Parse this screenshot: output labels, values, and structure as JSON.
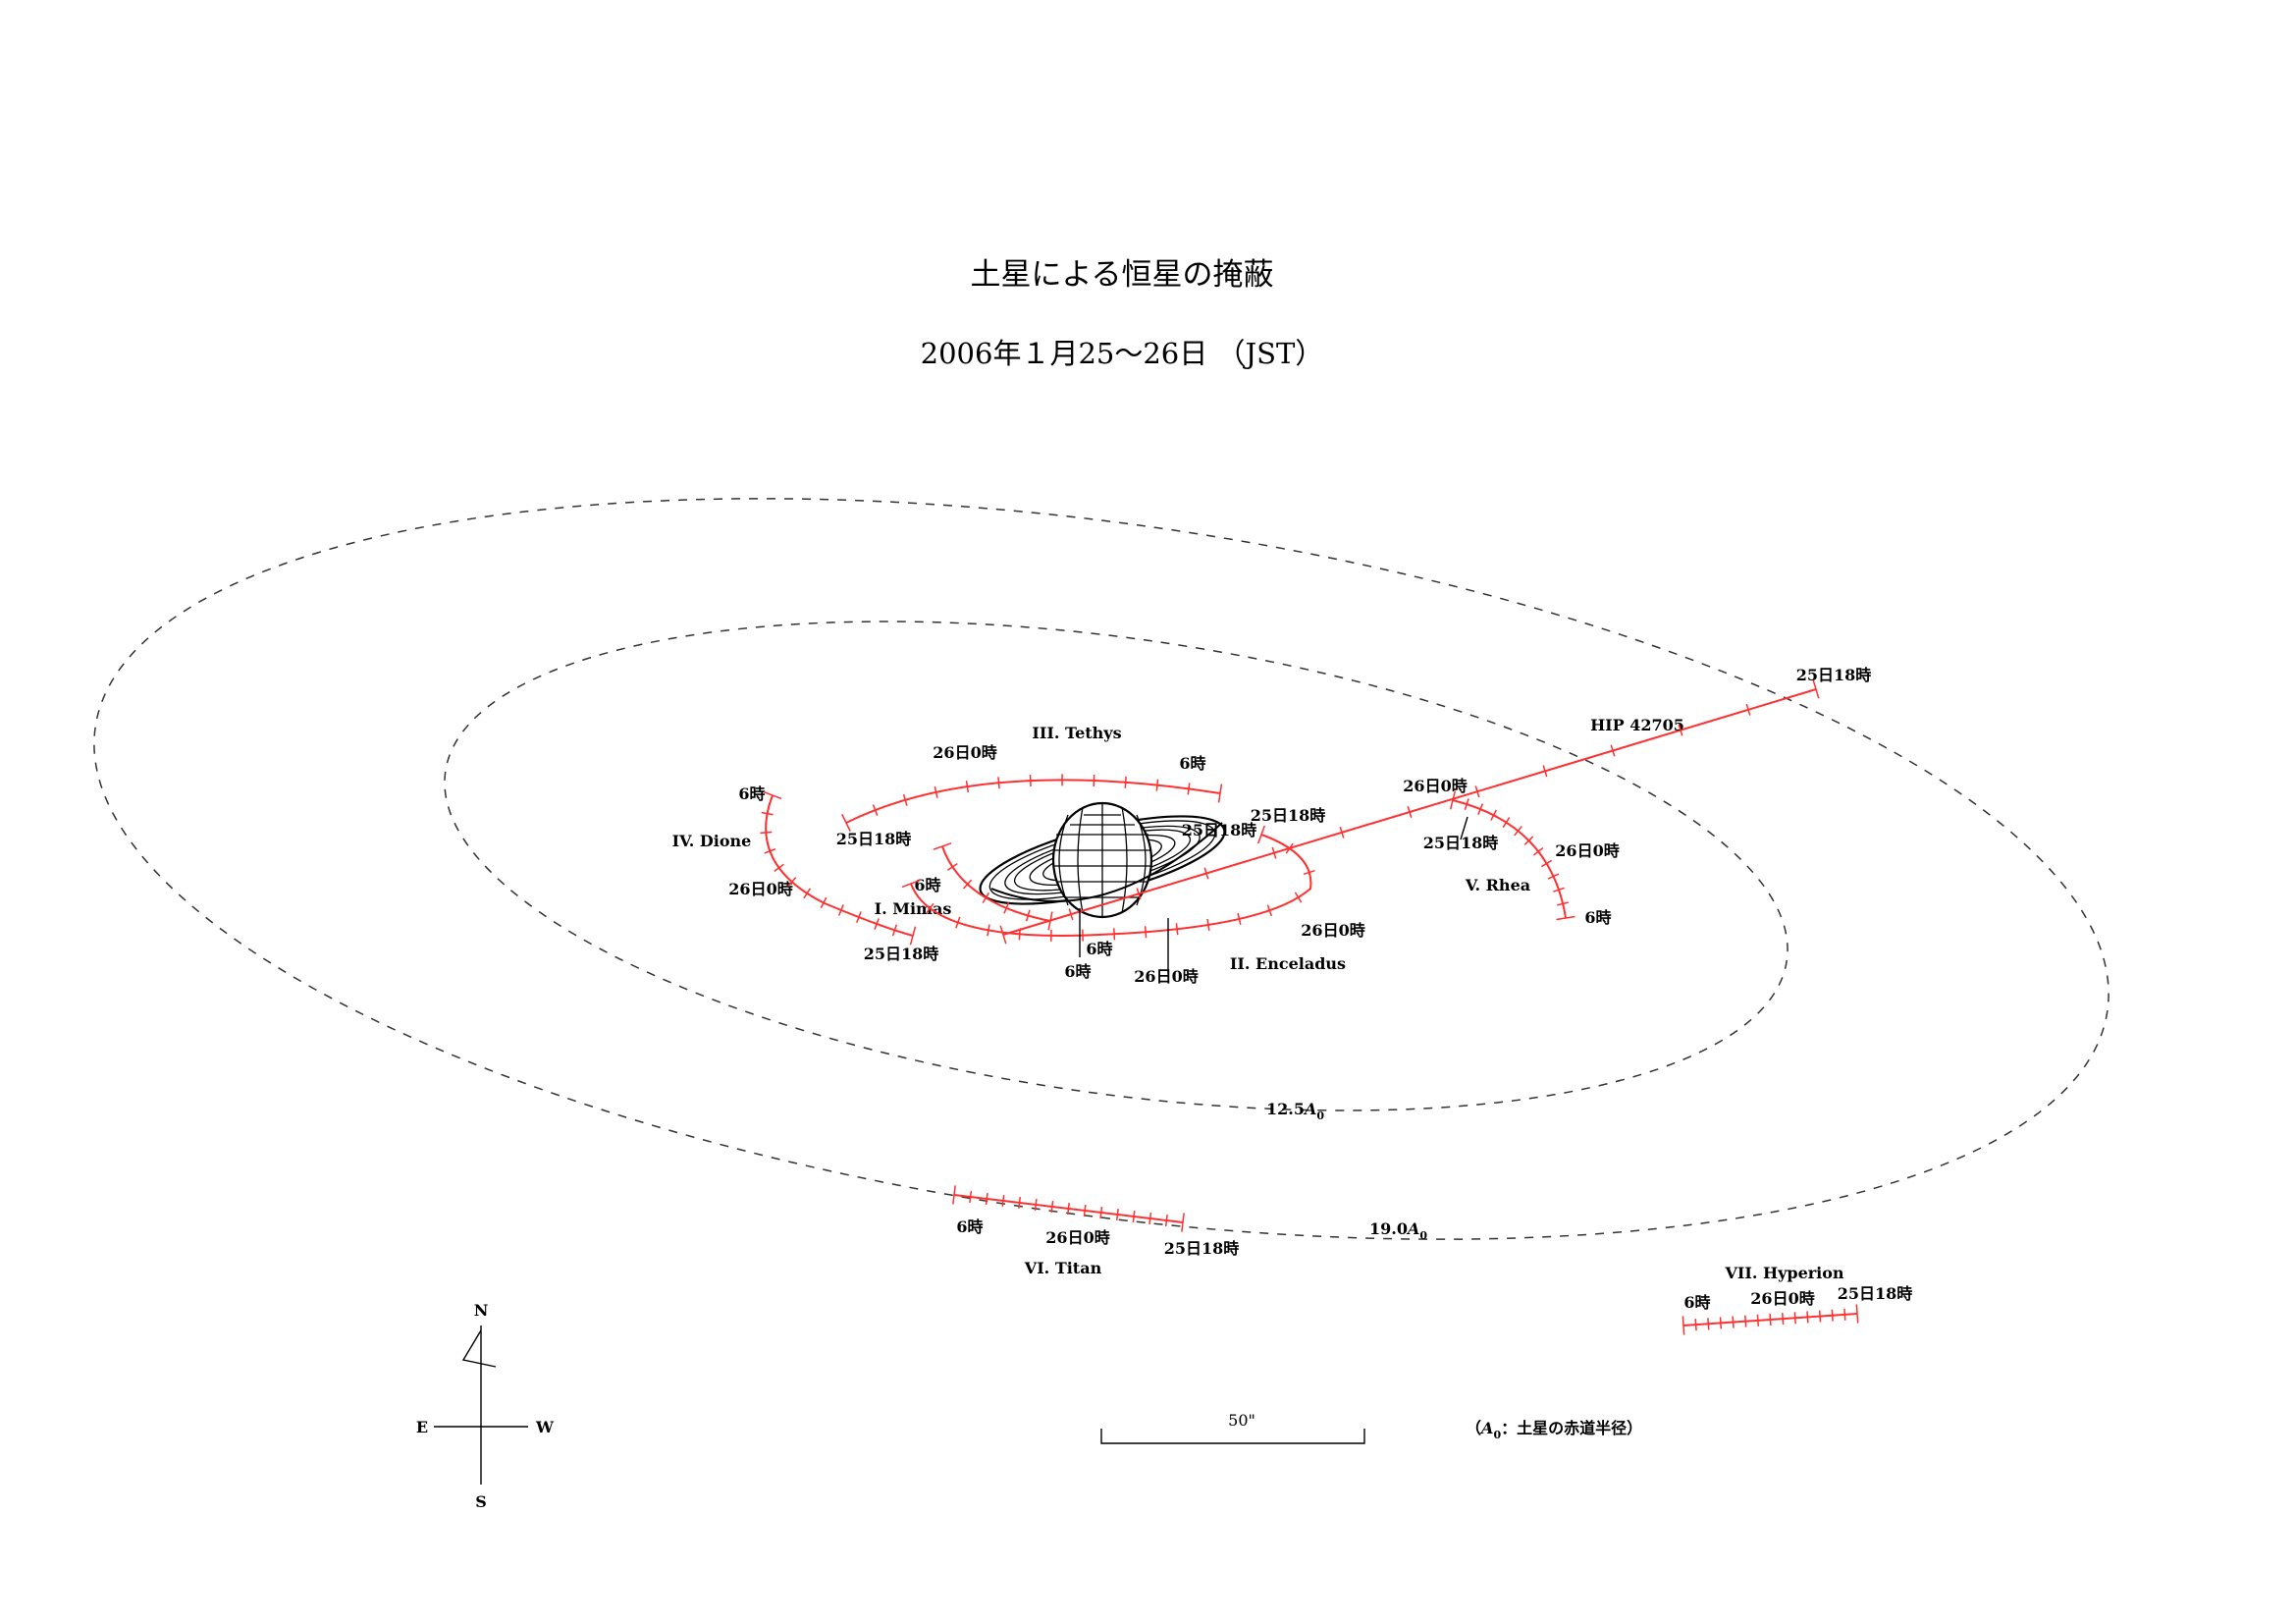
{
  "title": "土星による恒星の掩蔽",
  "subtitle": "2006年１月25～26日 （JST）",
  "star": {
    "name": "HIP 42705",
    "label_start": "25日18時"
  },
  "orbits": [
    {
      "label": "12.5",
      "unit": "A"
    },
    {
      "label": "19.0",
      "unit": "A"
    }
  ],
  "unit_subscript": "0",
  "moons": {
    "mimas": {
      "name": "I. Mimas",
      "t_start": "6時",
      "t_end": "25日18時"
    },
    "enceladus": {
      "name": "II. Enceladus",
      "t_start": "6時",
      "t_mid": "26日0時",
      "t_end": "26日0時",
      "t_upper": "25日18時"
    },
    "tethys": {
      "name": "III. Tethys",
      "t_start": "25日18時",
      "t_mid": "26日0時",
      "t_end": "6時"
    },
    "dione": {
      "name": "IV. Dione",
      "t_start": "6時",
      "t_mid": "26日0時",
      "t_end": "25日18時"
    },
    "rhea": {
      "name": "V. Rhea",
      "t_start": "25日18時",
      "t_mid": "26日0時",
      "t_end": "6時",
      "t_top": "26日0時"
    },
    "titan": {
      "name": "VI. Titan",
      "t_start": "6時",
      "t_mid": "26日0時",
      "t_end": "25日18時"
    },
    "hyperion": {
      "name": "VII. Hyperion",
      "t_start": "6時",
      "t_mid": "26日0時",
      "t_end": "25日18時"
    },
    "mimas_upper": "6時",
    "enceladus_inner_6": "6時",
    "center_25_18": "25日18時"
  },
  "compass": {
    "n": "N",
    "s": "S",
    "e": "E",
    "w": "W"
  },
  "scale": {
    "label": "50\""
  },
  "note": {
    "prefix": "（",
    "symbol": "A",
    "sub": "0",
    "text": "：土星の赤道半径）"
  }
}
